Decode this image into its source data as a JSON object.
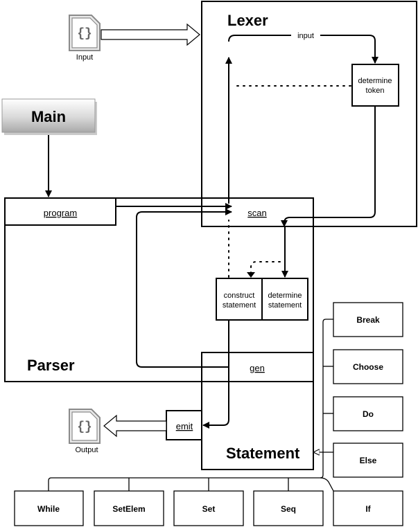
{
  "components": {
    "main": "Main",
    "lexer": "Lexer",
    "parser": "Parser",
    "statement": "Statement"
  },
  "methods": {
    "program": "program",
    "scan": "scan",
    "gen": "gen",
    "emit": "emit"
  },
  "lexer": {
    "input_label": "input",
    "determine_token_line1": "determine",
    "determine_token_line2": "token"
  },
  "parser": {
    "construct_line1": "construct",
    "construct_line2": "statement",
    "determine_line1": "determine",
    "determine_line2": "statement"
  },
  "files": {
    "input_label": "Input",
    "output_label": "Output"
  },
  "statement_types": [
    "Break",
    "Choose",
    "Do",
    "Else",
    "While",
    "SetElem",
    "Set",
    "Seq",
    "If"
  ]
}
